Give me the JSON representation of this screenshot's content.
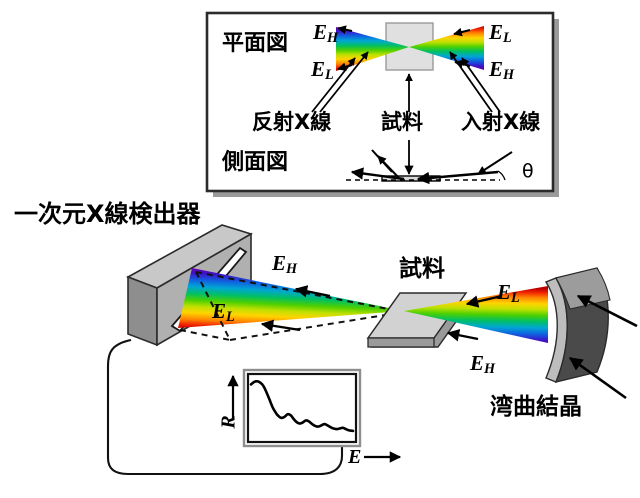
{
  "figure": {
    "type": "schematic-diagram",
    "subject": "Energy-dispersive X-ray reflectometry optical layout",
    "background_color": "#ffffff",
    "line_color": "#000000"
  },
  "inset_panel": {
    "name": "geometry-inset",
    "border_color": "#2b2b2b",
    "shadow_color": "#9a9a9a",
    "fill": "#ffffff",
    "plan_view_label": "平面図",
    "side_view_label": "側面図",
    "sample_label": "試料",
    "reflected_beam_label": "反射X線",
    "incident_beam_label": "入射X線",
    "angle_label": "θ",
    "plan_energy_labels": {
      "left_top": "E",
      "left_top_sub": "H",
      "left_bottom": "E",
      "left_bottom_sub": "L",
      "right_top": "E",
      "right_top_sub": "L",
      "right_bottom": "E",
      "right_bottom_sub": "H"
    },
    "sample_block_fill": "#e0e0e0",
    "sample_block_stroke": "#8c8c8c"
  },
  "main_view": {
    "detector_label": "一次元X線検出器",
    "sample_label": "試料",
    "crystal_label": "湾曲結晶",
    "detector_energy_high": "E",
    "detector_energy_high_sub": "H",
    "detector_energy_low": "E",
    "detector_energy_low_sub": "L",
    "crystal_energy_low": "E",
    "crystal_energy_low_sub": "L",
    "crystal_energy_high": "E",
    "crystal_energy_high_sub": "H",
    "detector_body_fill": "#b0b0b0",
    "detector_top_fill": "#c8c8c8",
    "detector_side_fill": "#8a8a8a",
    "sample_top_fill": "#d2d2d2",
    "sample_edge_fill": "#9a9a9a",
    "crystal_face_fill": "#4a4a4a",
    "crystal_edge_fill": "#b8b8b8"
  },
  "plot_inset": {
    "name": "reflectivity-plot",
    "y_axis_label": "R",
    "x_axis_label": "E",
    "frame_outer_color": "#8e8e8e",
    "frame_inner_color": "#111111",
    "curve_color": "#000000"
  },
  "chart_data": {
    "type": "line",
    "title": "",
    "xlabel": "E",
    "ylabel": "R",
    "xlim": [
      0,
      100
    ],
    "ylim": [
      0,
      100
    ],
    "grid": false,
    "legend": "none",
    "description": "X-ray reflectivity versus photon energy showing a total-reflection plateau followed by a steep fall-off and damped Kiessig oscillations",
    "series": [
      {
        "name": "reflectivity",
        "x": [
          0,
          3,
          6,
          9,
          12,
          15,
          18,
          21,
          24,
          27,
          30,
          33,
          36,
          39,
          42,
          45,
          48,
          51,
          54,
          57,
          60,
          63,
          66,
          69,
          72,
          75,
          78,
          81,
          84,
          87,
          90,
          93,
          96,
          100
        ],
        "y": [
          88,
          92,
          93,
          91,
          86,
          76,
          64,
          52,
          43,
          37,
          34,
          36,
          40,
          38,
          32,
          27,
          25,
          27,
          30,
          28,
          24,
          21,
          20,
          22,
          24,
          22,
          19,
          17,
          16,
          17,
          18,
          16,
          14,
          13
        ]
      }
    ]
  },
  "spectrum_colors": {
    "stops": [
      "#7a00b0",
      "#2a1ec8",
      "#0060e0",
      "#00a8d8",
      "#00c060",
      "#4fd000",
      "#c8e000",
      "#ffd000",
      "#ff8800",
      "#f02000",
      "#c00000"
    ],
    "order_note": "violet = high energy (E_H), red = low energy (E_L)"
  }
}
